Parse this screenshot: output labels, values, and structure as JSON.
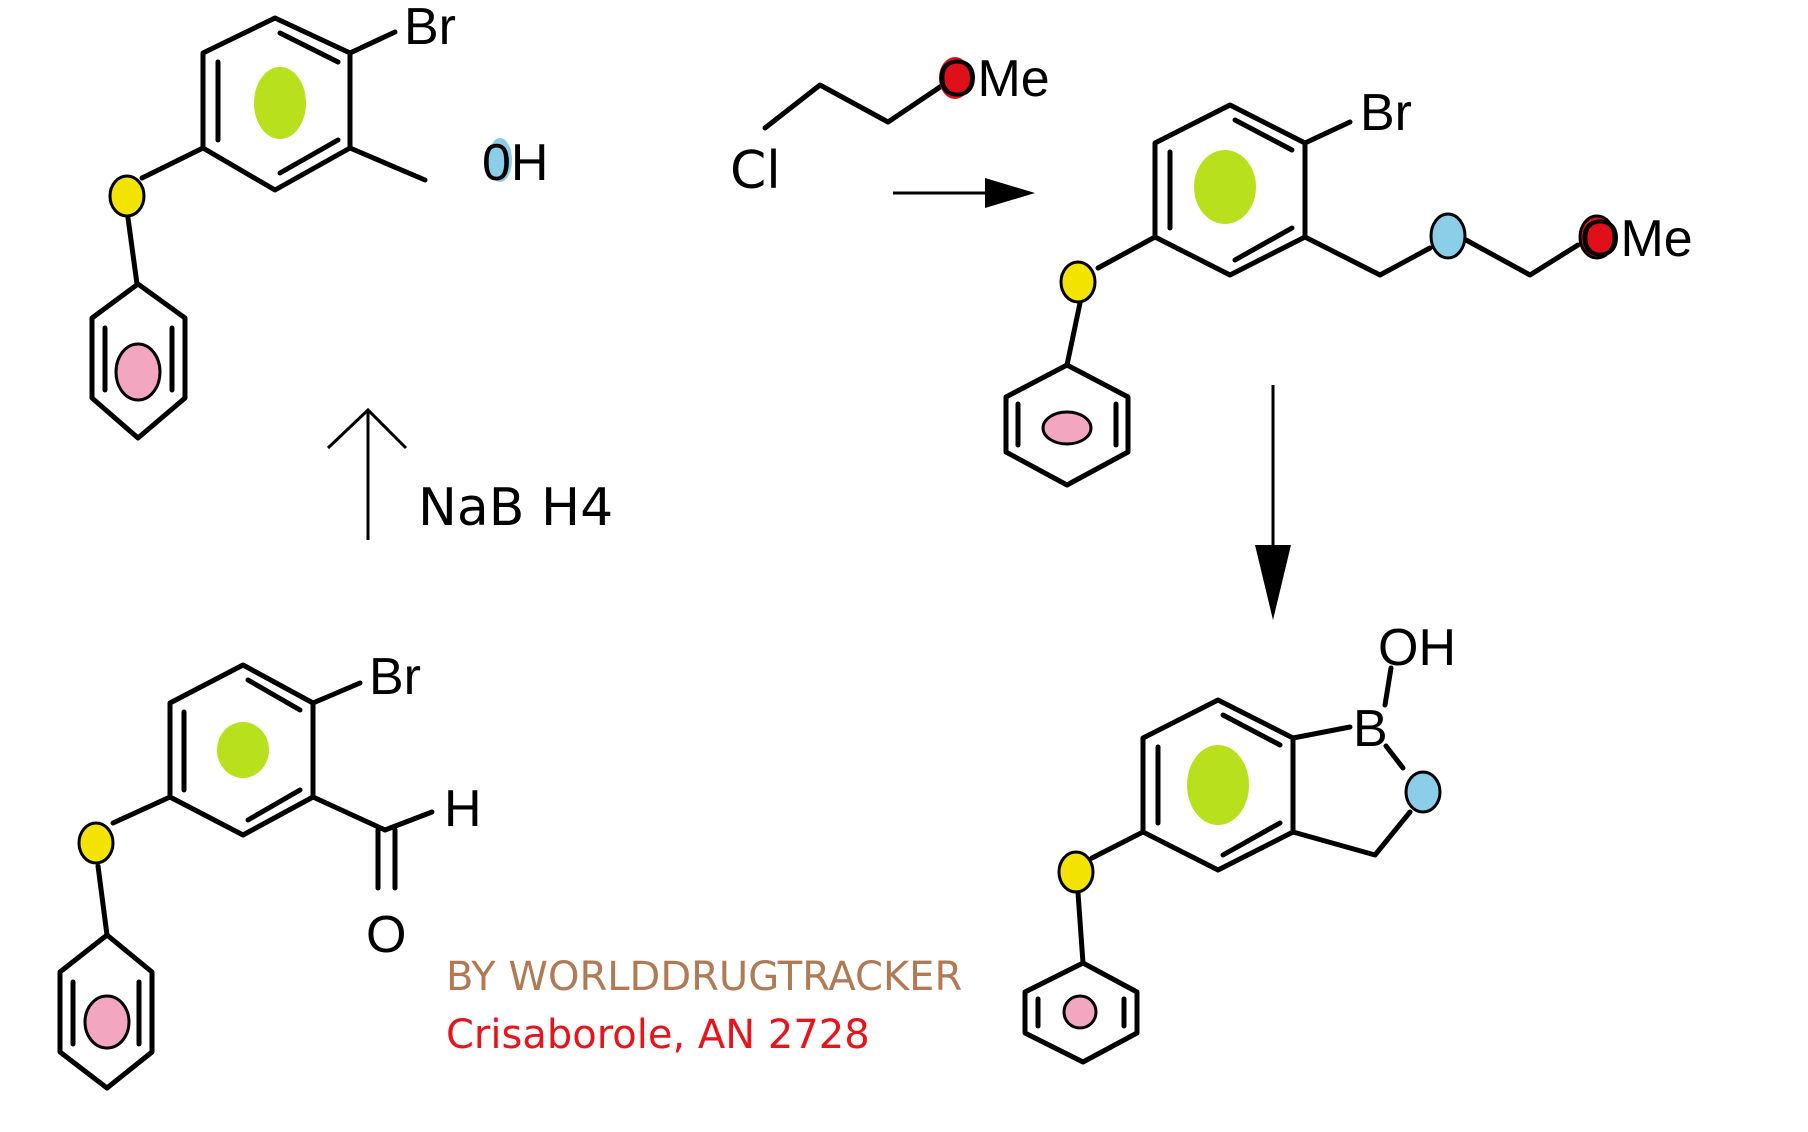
{
  "labels": {
    "bromine": "Br",
    "hydroxyl": "0H",
    "formyl_h": "H",
    "carbonyl_o": "O",
    "chloro": "Cl",
    "methoxy": "OMe",
    "boronic_oh": "OH",
    "boron": "B"
  },
  "reagent": "NaB H4",
  "credit": {
    "author": "BY WORLDDRUGTRACKER",
    "compound": "Crisaborole, AN 2728",
    "author_color": "#b07a55",
    "compound_color": "#e8141c"
  },
  "colors": {
    "aromatic_marker": "#b8e01c",
    "phenyl_marker": "#f2a6c0",
    "ether_oxygen": "#f2e400",
    "hydroxyl_oxygen": "#8ccde8",
    "methoxy_oxygen": "#e0101a"
  }
}
